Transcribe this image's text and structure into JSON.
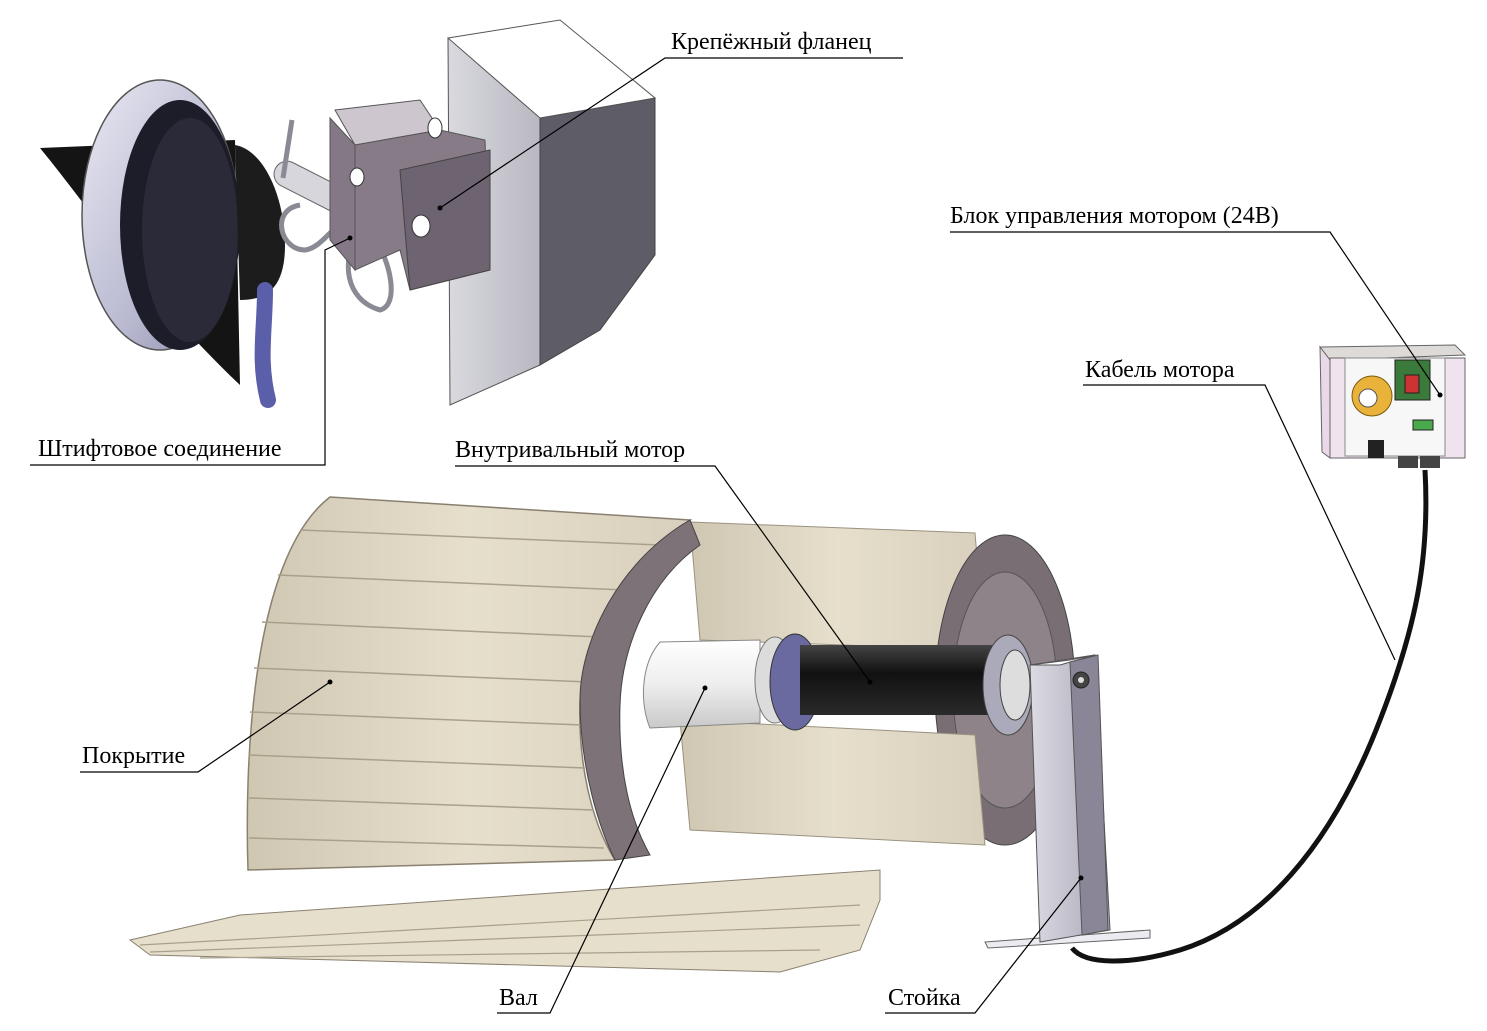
{
  "callouts": {
    "mounting_flange": "Крепёжный фланец",
    "pin_connection": "Штифтовое соединение",
    "motor_control_unit": "Блок управления мотором (24В)",
    "motor_cable": "Кабель мотора",
    "tubular_motor": "Внутривальный мотор",
    "cover": "Покрытие",
    "shaft": "Вал",
    "post": "Стойка"
  },
  "colors": {
    "slat": "#ddd6c2",
    "slat_dark": "#c8c0aa",
    "slat_edge": "#8a8070",
    "roll_end": "#7d7277",
    "shaft": "#f2f2f2",
    "motor": "#1a1a1a",
    "post": "#cfcdd6",
    "wall": "#5e5c66",
    "box": "#f2e6f0"
  }
}
